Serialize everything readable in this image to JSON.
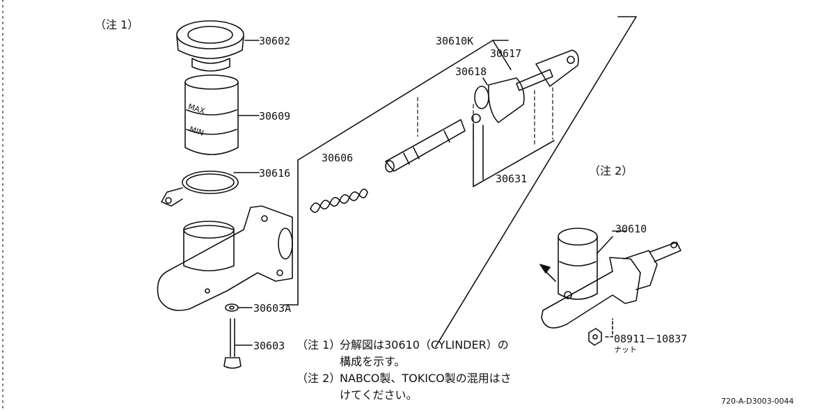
{
  "notes": {
    "note1_tag": "（注 1）",
    "note2_tag": "（注 2）",
    "footnote1_tag": "（注 1）",
    "footnote1_line1": "分解図は30610（CYLINDER）の",
    "footnote1_line2": "構成を示す。",
    "footnote2_tag": "（注 2）",
    "footnote2_line1": "NABCO製、TOKICO製の混用はさ",
    "footnote2_line2": "けてください。"
  },
  "parts": {
    "p30602": "30602",
    "p30609": "30609",
    "p30616": "30616",
    "p30603A": "30603A",
    "p30603": "30603",
    "p30606": "30606",
    "p30610K": "30610K",
    "p30617": "30617",
    "p30618": "30618",
    "p30631": "30631",
    "p30610": "30610",
    "p08911": "08911－10837",
    "nut": "ナット"
  },
  "markings": {
    "max": "MAX",
    "min": "MIN"
  },
  "code": "720-A-D3003-0044"
}
